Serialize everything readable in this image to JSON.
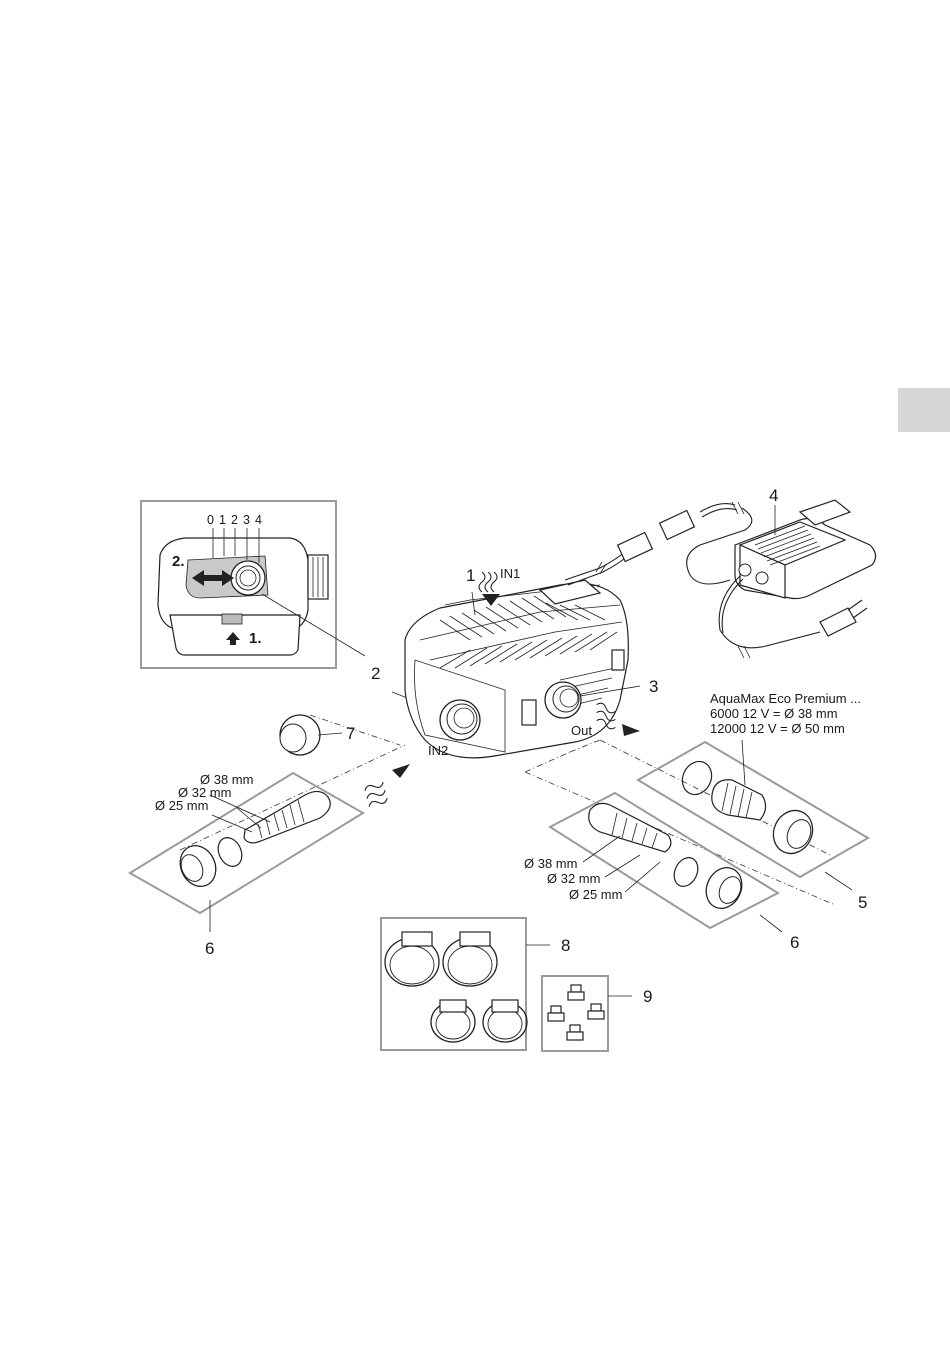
{
  "callouts": {
    "n1": "1",
    "n2": "2",
    "n3": "3",
    "n4": "4",
    "n5": "5",
    "n6_left": "6",
    "n6_right": "6",
    "n7": "7",
    "n8": "8",
    "n9": "9"
  },
  "ports": {
    "in1": "IN1",
    "in2": "IN2",
    "out": "Out"
  },
  "inset": {
    "scale": [
      "0",
      "1",
      "2",
      "3",
      "4"
    ],
    "step1": "1.",
    "step2": "2."
  },
  "hose_sizes_left": [
    "Ø 38 mm",
    "Ø 32 mm",
    "Ø 25 mm"
  ],
  "hose_sizes_right": [
    "Ø 38 mm",
    "Ø 32 mm",
    "Ø 25 mm"
  ],
  "model_note": {
    "line1": "AquaMax Eco Premium ...",
    "line2": "6000 12 V = Ø 38 mm",
    "line3": "12000 12 V = Ø 50 mm"
  },
  "icons": [
    "arrow-icon",
    "flow-arrow-icon",
    "plug-icon"
  ]
}
